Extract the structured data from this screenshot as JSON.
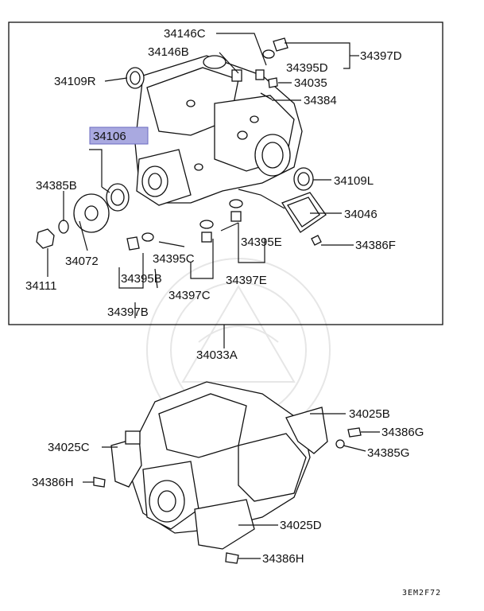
{
  "diagram": {
    "code": "3EM2F72",
    "assembly_label": "34033A",
    "highlighted_label": "34106",
    "highlight_color": "#a9a9e0",
    "upper_labels": {
      "p34146C": "34146C",
      "p34146B": "34146B",
      "p34395D": "34395D",
      "p34397D": "34397D",
      "p34109R": "34109R",
      "p34035": "34035",
      "p34384": "34384",
      "p34109L": "34109L",
      "p34385B": "34385B",
      "p34046": "34046",
      "p34395E": "34395E",
      "p34386F": "34386F",
      "p34072": "34072",
      "p34395C": "34395C",
      "p34395B": "34395B",
      "p34397E": "34397E",
      "p34111": "34111",
      "p34397C": "34397C",
      "p34397B": "34397B"
    },
    "lower_labels": {
      "p34025B": "34025B",
      "p34025C": "34025C",
      "p34386G": "34386G",
      "p34385G": "34385G",
      "p34386H_left": "34386H",
      "p34025D": "34025D",
      "p34386H_bottom": "34386H"
    }
  }
}
